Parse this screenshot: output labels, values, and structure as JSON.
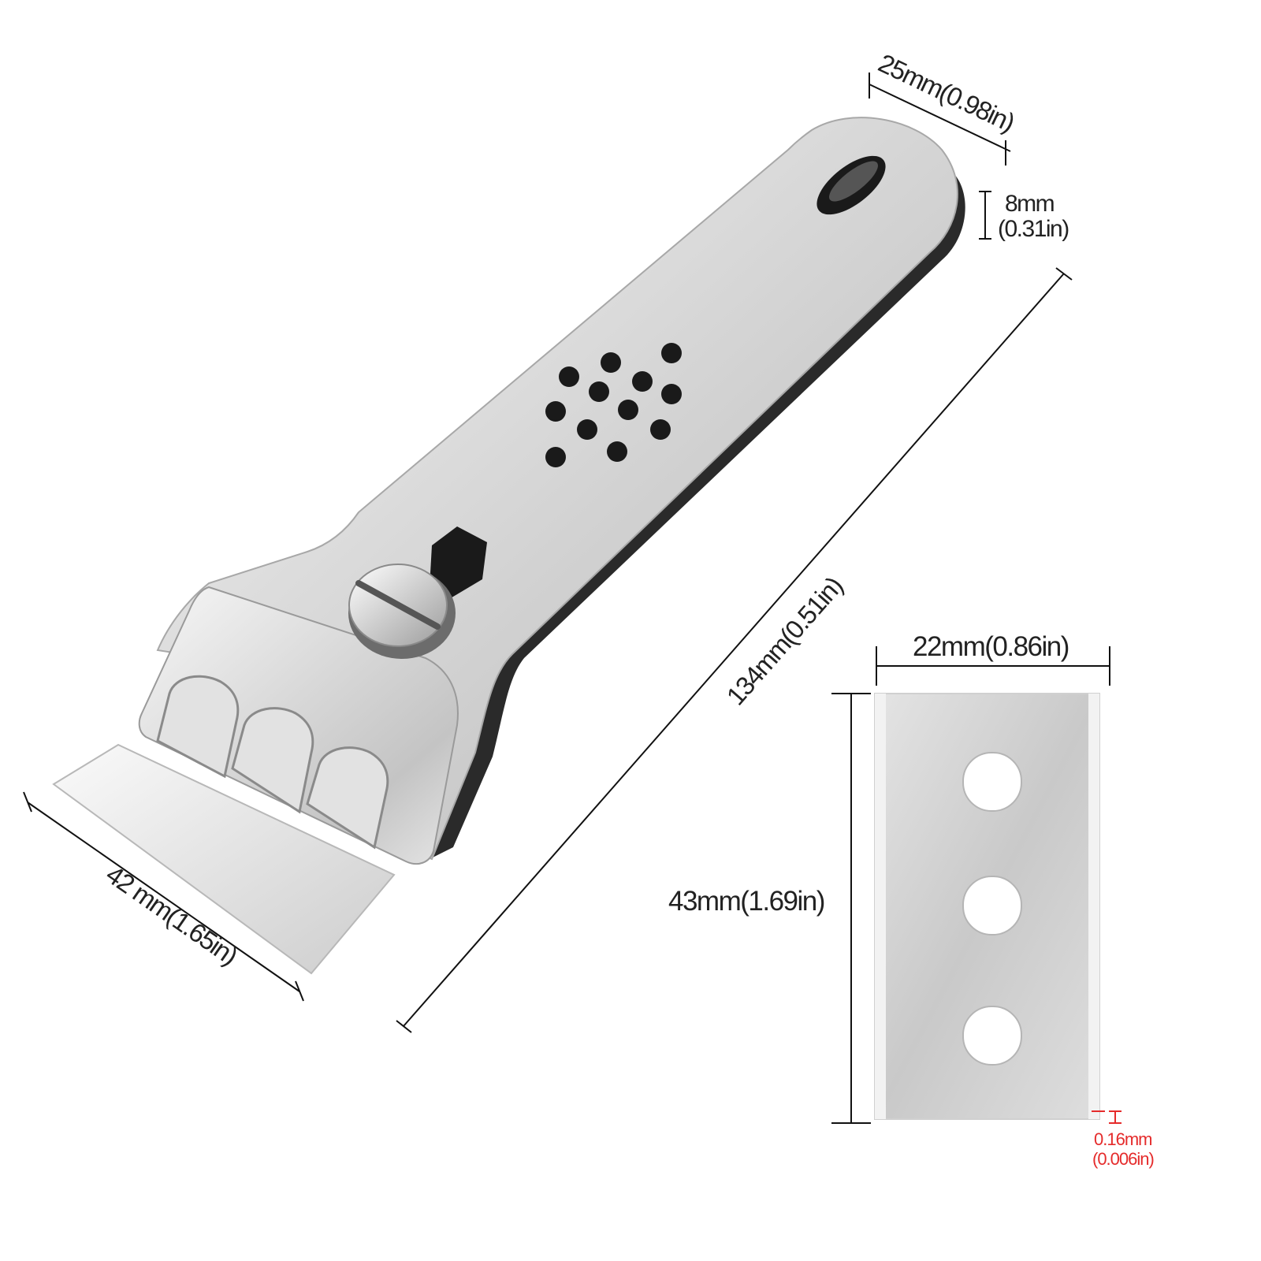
{
  "dimensions": {
    "handle_width": "25mm(0.98in)",
    "hole_size_mm": "8mm",
    "hole_size_in": "(0.31in)",
    "total_length": "134mm(0.51in)",
    "head_width": "42 mm(1.65in)",
    "blade_width": "22mm(0.86in)",
    "blade_height": "43mm(1.69in)",
    "blade_thickness_mm": "0.16mm",
    "blade_thickness_in": "(0.006in)"
  },
  "colors": {
    "steel_light": "#ececec",
    "steel_mid": "#cfcfcf",
    "steel_dark": "#8e8e8e",
    "grip_dot": "#1a1a1a",
    "dimension_line": "#111111",
    "thickness_accent": "#e52b2b"
  }
}
